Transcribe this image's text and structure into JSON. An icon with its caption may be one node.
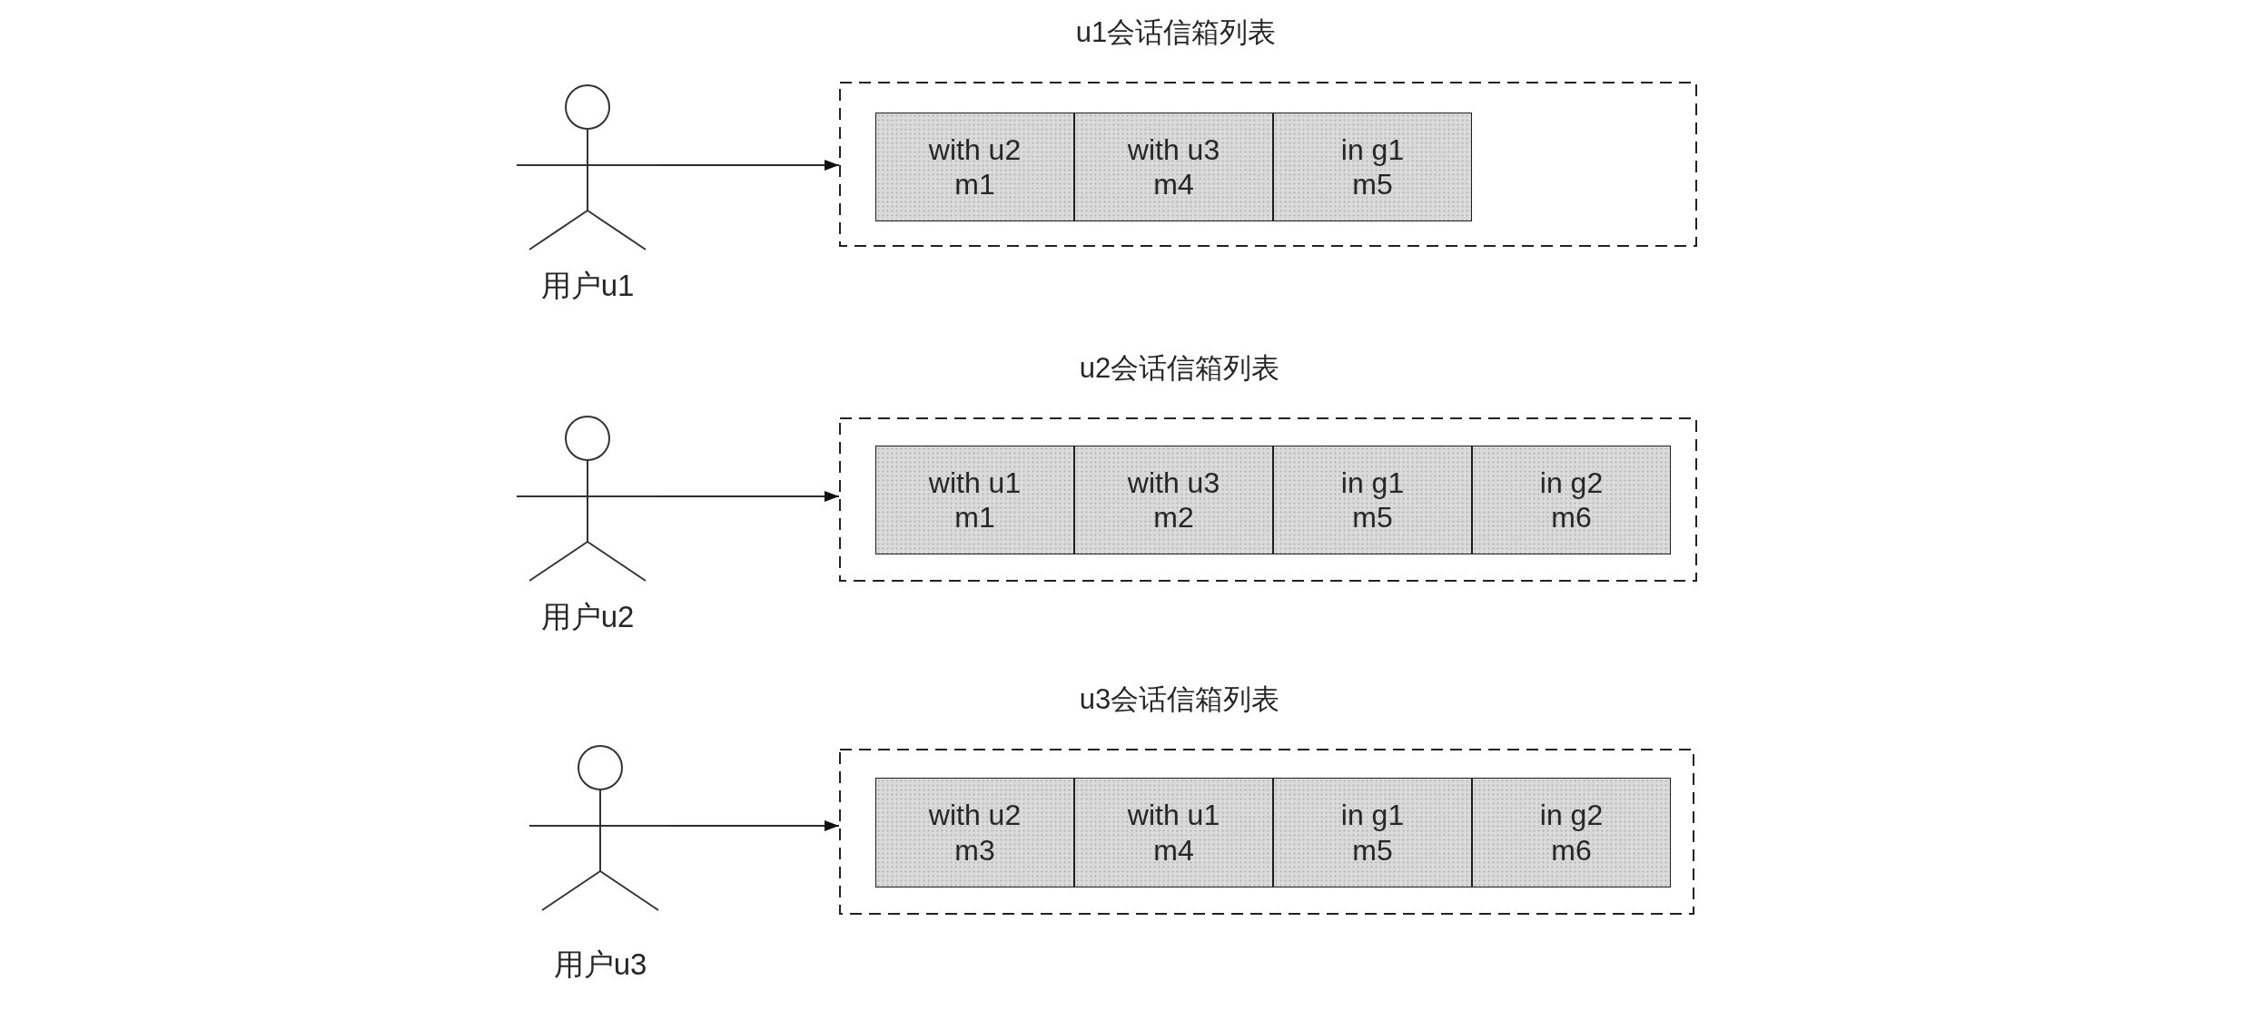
{
  "diagram": {
    "nodes": [
      {
        "text": [],
        "shape": "person",
        "beside": [
          "用户u1"
        ]
      },
      {
        "text": [
          "u1会话信箱列表"
        ]
      },
      {
        "text": [
          "with u2",
          "m1"
        ],
        "in": 1
      },
      {
        "text": [
          "with u3",
          "m4"
        ],
        "in": 1
      },
      {
        "text": [
          "in g1",
          "m5"
        ],
        "in": 1
      },
      {
        "text": [],
        "shape": "person",
        "beside": [
          "用户u2"
        ]
      },
      {
        "text": [
          "u2会话信箱列表"
        ]
      },
      {
        "text": [
          "with u1",
          "m1"
        ],
        "in": 6
      },
      {
        "text": [
          "with u3",
          "m2"
        ],
        "in": 6
      },
      {
        "text": [
          "in g1",
          "m5"
        ],
        "in": 6
      },
      {
        "text": [
          "in g2",
          "m6"
        ],
        "in": 6
      },
      {
        "text": [],
        "shape": "person",
        "beside": [
          "用户u3"
        ]
      },
      {
        "text": [
          "u3会话信箱列表"
        ]
      },
      {
        "text": [
          "with u2",
          "m3"
        ],
        "in": 12
      },
      {
        "text": [
          "with u1",
          "m4"
        ],
        "in": 12
      },
      {
        "text": [
          "in g1",
          "m5"
        ],
        "in": 12
      },
      {
        "text": [
          "in g2",
          "m6"
        ],
        "in": 12
      }
    ],
    "edges": [
      {
        "from": 0,
        "to": 1,
        "arrow": "to"
      },
      {
        "from": 5,
        "to": 6,
        "arrow": "to"
      },
      {
        "from": 11,
        "to": 12,
        "arrow": "to"
      }
    ]
  }
}
